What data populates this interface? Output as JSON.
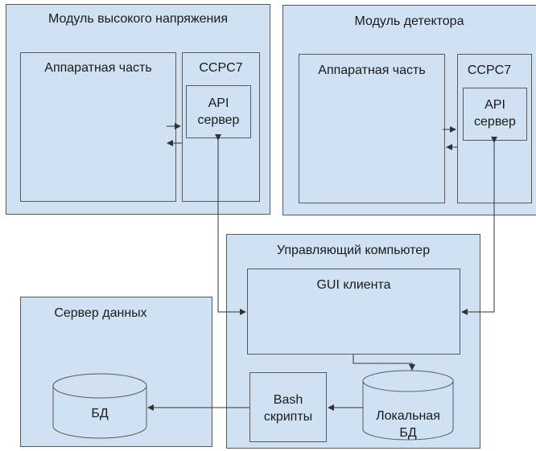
{
  "modules": {
    "high_voltage": {
      "title": "Модуль высокого напряжения",
      "hardware_label": "Аппаратная часть",
      "ccpc_label": "CCPC7",
      "api_label": "API\nсервер"
    },
    "detector": {
      "title": "Модуль детектора",
      "hardware_label": "Аппаратная часть",
      "ccpc_label": "CCPC7",
      "api_label": "API\nсервер"
    },
    "control_pc": {
      "title": "Управляющий компьютер",
      "gui_label": "GUI клиента",
      "bash_label": "Bash\nскрипты",
      "local_db_label": "Локальная\nБД"
    },
    "data_server": {
      "title": "Сервер данных",
      "db_label": "БД"
    }
  },
  "colors": {
    "box_fill": "#cfe2f3",
    "border": "#595959",
    "arrow": "#333333"
  }
}
